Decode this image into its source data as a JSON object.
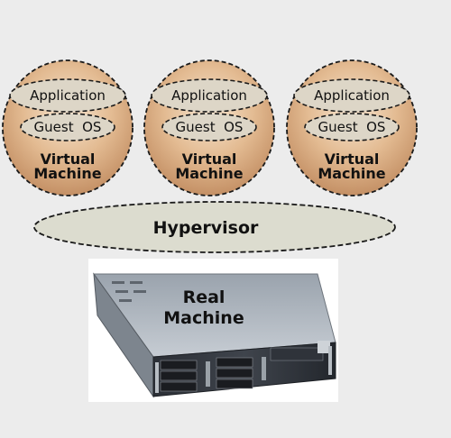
{
  "virtual_machines": [
    {
      "application": "Application",
      "guest_os": "Guest  OS",
      "line1": "Virtual",
      "line2": "Machine"
    },
    {
      "application": "Application",
      "guest_os": "Guest  OS",
      "line1": "Virtual",
      "line2": "Machine"
    },
    {
      "application": "Application",
      "guest_os": "Guest  OS",
      "line1": "Virtual",
      "line2": "Machine"
    }
  ],
  "hypervisor": {
    "label": "Hypervisor"
  },
  "real_machine": {
    "line1": "Real",
    "line2": "Machine"
  },
  "colors": {
    "background": "#ececec",
    "vm_fill_light": "#f3dcc2",
    "vm_fill_dark": "#c99a6a",
    "layer_fill": "#dedad0",
    "hypervisor_fill": "#dcdccf",
    "outline": "#1a1a1a"
  }
}
